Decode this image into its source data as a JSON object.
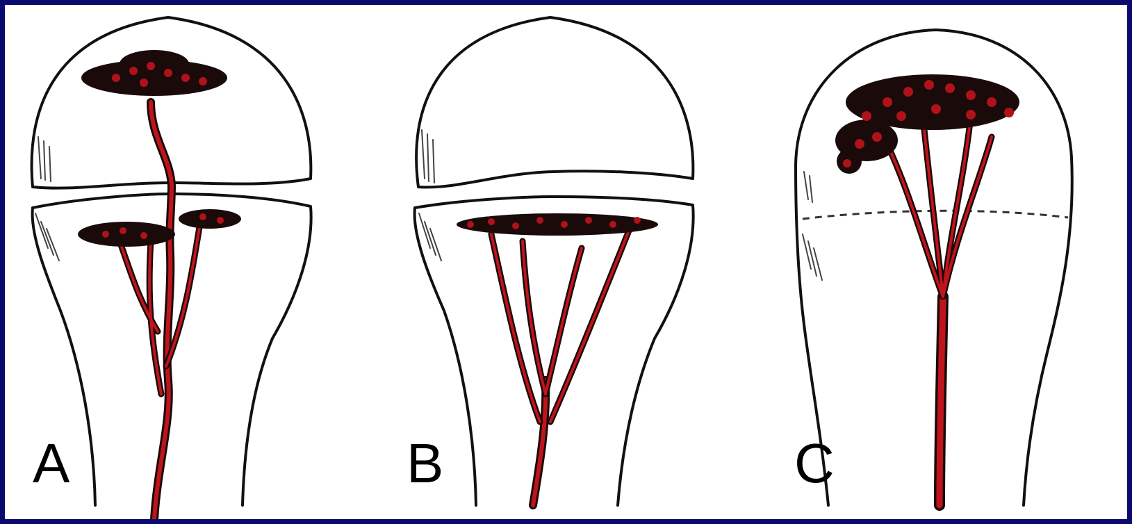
{
  "panels": [
    {
      "label": "A"
    },
    {
      "label": "B"
    },
    {
      "label": "C"
    }
  ],
  "colors": {
    "border": "#0a0a6e",
    "background": "#ffffff",
    "outline": "#111111",
    "vessel_red": "#c0141c",
    "vessel_dark": "#1a0a0a"
  }
}
